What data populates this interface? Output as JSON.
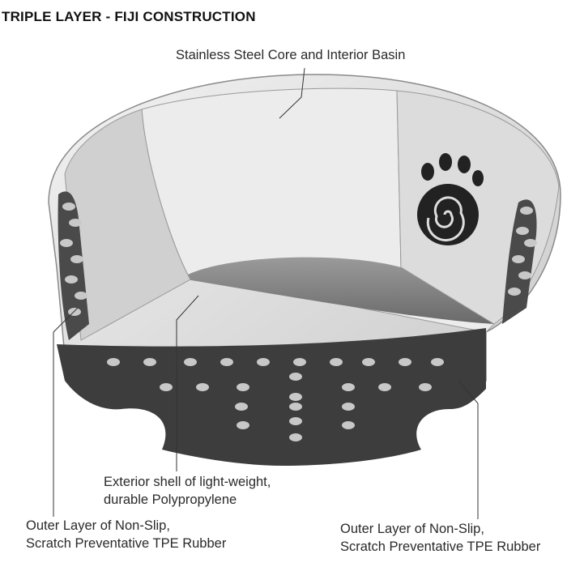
{
  "title": "TRIPLE LAYER - FIJI CONSTRUCTION",
  "callouts": {
    "core": "Stainless Steel Core and Interior Basin",
    "shell_line1": "Exterior shell of light-weight,",
    "shell_line2": "durable Polypropylene",
    "rubber_left_line1": "Outer Layer of Non-Slip,",
    "rubber_left_line2": "Scratch Preventative TPE Rubber",
    "rubber_right_line1": "Outer Layer of Non-Slip,",
    "rubber_right_line2": "Scratch Preventative TPE Rubber"
  },
  "colors": {
    "rubber": "#3d3d3d",
    "steel": "#d6d6d6",
    "shell": "#e4e4e4"
  }
}
